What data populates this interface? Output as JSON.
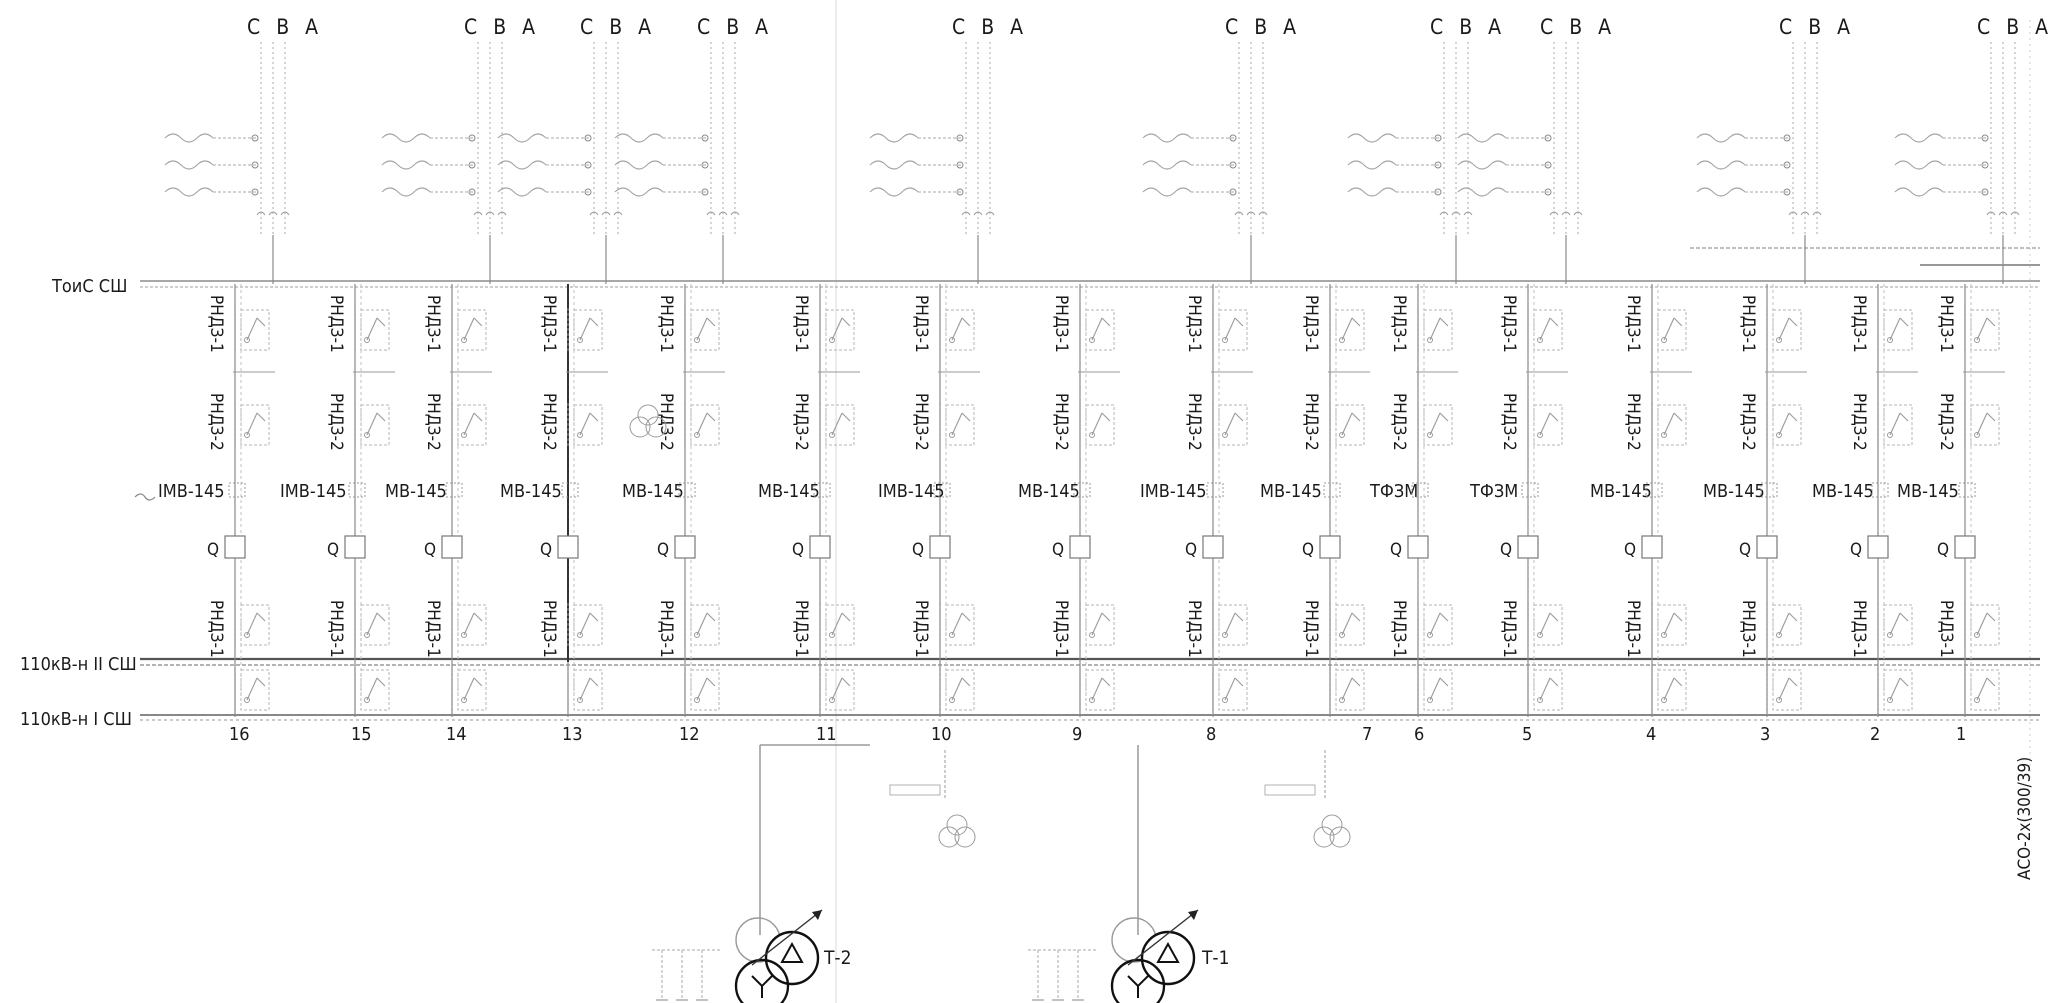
{
  "phase_header": "C B A",
  "buses": {
    "bypass": "ТоиС СШ",
    "bus2": "110кВ-н II СШ",
    "bus1": "110кВ-н I СШ"
  },
  "disconnector_top": "РНДЗ-1",
  "disconnector_mid": "РНДЗ-2",
  "disconnector_bottom": "РНДЗ-1",
  "breaker_q": "Q",
  "cable_label": "АСО-2х(300/39)",
  "transformers": [
    "Т-2",
    "Т-1"
  ],
  "cells": [
    {
      "num": "16",
      "breaker": "IMB-145",
      "phases": true
    },
    {
      "num": "15",
      "breaker": "IMB-145",
      "phases": false
    },
    {
      "num": "14",
      "breaker": "MB-145",
      "phases": true
    },
    {
      "num": "13",
      "breaker": "MB-145",
      "phases": true
    },
    {
      "num": "12",
      "breaker": "MB-145",
      "phases": true
    },
    {
      "num": "11",
      "breaker": "MB-145",
      "phases": false
    },
    {
      "num": "10",
      "breaker": "IMB-145",
      "phases": true
    },
    {
      "num": "9",
      "breaker": "MB-145",
      "phases": false
    },
    {
      "num": "8",
      "breaker": "IMB-145",
      "phases": true
    },
    {
      "num": "7",
      "breaker": "MB-145",
      "phases": false
    },
    {
      "num": "6",
      "breaker": "ТФЗМ",
      "phases": true
    },
    {
      "num": "5",
      "breaker": "ТФЗМ",
      "phases": true
    },
    {
      "num": "4",
      "breaker": "MB-145",
      "phases": false
    },
    {
      "num": "3",
      "breaker": "MB-145",
      "phases": true
    },
    {
      "num": "2",
      "breaker": "MB-145",
      "phases": false
    },
    {
      "num": "1",
      "breaker": "MB-145",
      "phases": true
    }
  ]
}
